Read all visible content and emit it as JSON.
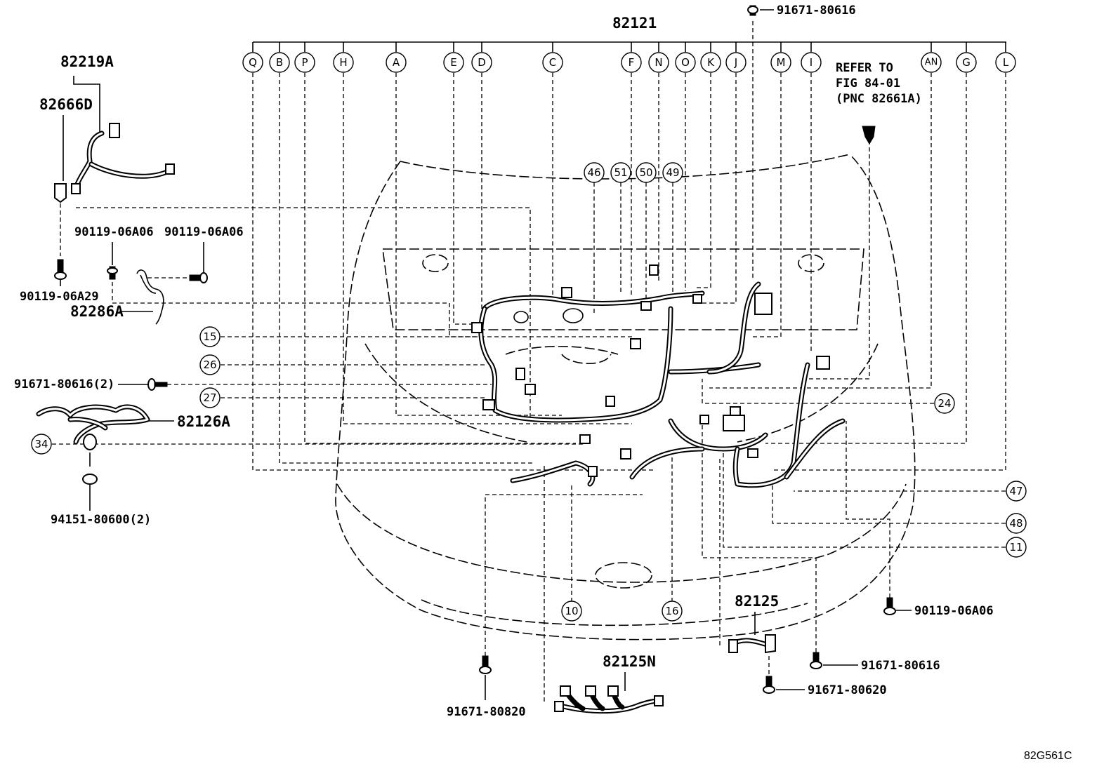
{
  "main_part": "82121",
  "letter_callouts": [
    "Q",
    "B",
    "P",
    "H",
    "A",
    "E",
    "D",
    "C",
    "F",
    "N",
    "O",
    "K",
    "J",
    "M",
    "I",
    "AN",
    "G",
    "L"
  ],
  "part_labels": {
    "p82219A": "82219A",
    "p82666D": "82666D",
    "p82286A": "82286A",
    "p82126A": "82126A",
    "p82125": "82125",
    "p82125N": "82125N"
  },
  "fasteners": {
    "f_top": "91671-80616",
    "f_0606_a": "90119-06A06",
    "f_0606_b": "90119-06A06",
    "f_06A29": "90119-06A29",
    "f_80616_2": "91671-80616(2)",
    "f_94151": "94151-80600(2)",
    "f_0606_c": "90119-06A06",
    "f_80616_b": "91671-80616",
    "f_80620": "91671-80620",
    "f_80820": "91671-80820"
  },
  "refer_note": [
    "REFER TO",
    "FIG 84-01",
    "(PNC 82661A)"
  ],
  "number_callouts": {
    "n46": "46",
    "n51": "51",
    "n50": "50",
    "n49": "49",
    "n15": "15",
    "n26": "26",
    "n27": "27",
    "n34": "34",
    "n24": "24",
    "n47": "47",
    "n48": "48",
    "n11": "11",
    "n10": "10",
    "n16": "16"
  },
  "figure_code": "82G561C"
}
